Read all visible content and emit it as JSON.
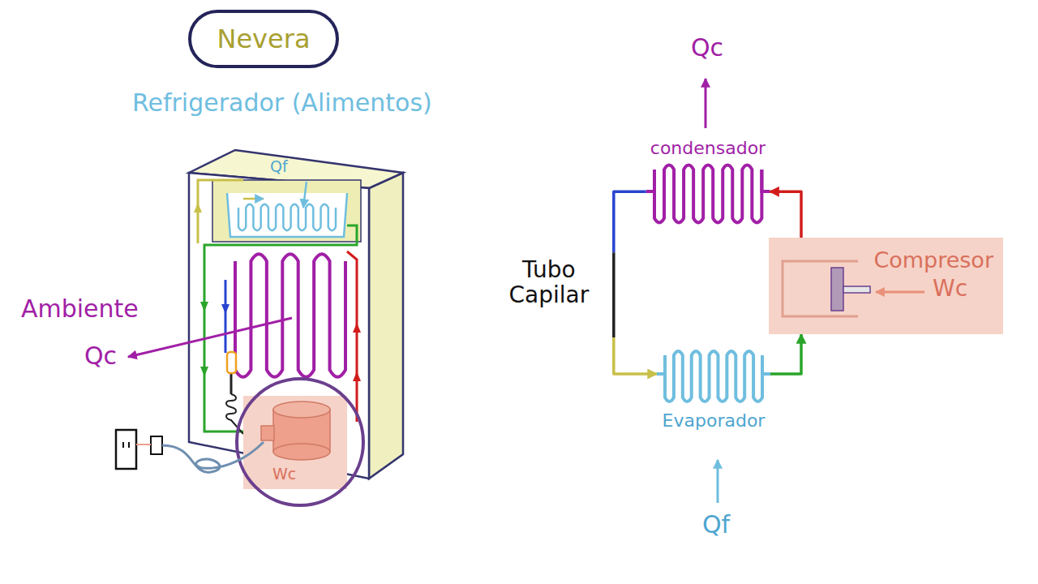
{
  "diagram": {
    "nodes": [
      {
        "text": [
          "Nevera"
        ]
      },
      {
        "text": [
          "Compresor"
        ]
      },
      {
        "text": [
          "condensador"
        ]
      },
      {
        "text": [
          "Evaporador"
        ]
      }
    ],
    "edges": [
      {
        "from": 1,
        "to": 2,
        "arrow": "to"
      },
      {
        "from": 2,
        "to": 3,
        "arrow": "to",
        "label": "Tubo Capilar"
      },
      {
        "from": 3,
        "to": 1,
        "arrow": "to"
      }
    ],
    "labels": [
      "Refrigerador (Alimentos)",
      "Qf",
      "Ambiente",
      "Qc",
      "Wc",
      "Qc",
      "Wc",
      "Qf"
    ]
  }
}
